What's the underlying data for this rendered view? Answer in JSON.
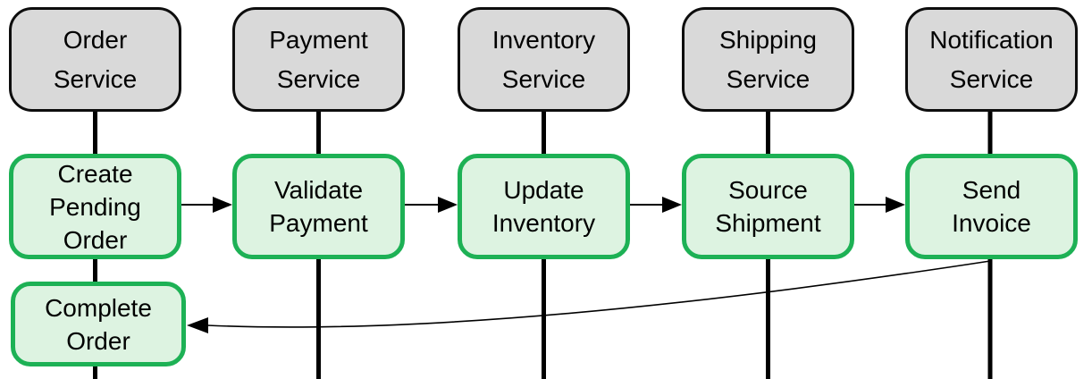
{
  "diagram": {
    "type": "saga-sequence-flow",
    "services": [
      {
        "name": "Order\nService",
        "step": "Create\nPending\nOrder"
      },
      {
        "name": "Payment\nService",
        "step": "Validate\nPayment"
      },
      {
        "name": "Inventory\nService",
        "step": "Update\nInventory"
      },
      {
        "name": "Shipping\nService",
        "step": "Source\nShipment"
      },
      {
        "name": "Notification\nService",
        "step": "Send\nInvoice"
      }
    ],
    "final_step": "Complete\nOrder",
    "flow": [
      "Create Pending Order -> Validate Payment",
      "Validate Payment -> Update Inventory",
      "Update Inventory -> Source Shipment",
      "Source Shipment -> Send Invoice",
      "Send Invoice -> Complete Order (curved return)"
    ],
    "colors": {
      "service_fill": "#d9d9d9",
      "service_border": "#0d0d0d",
      "step_fill": "#ddf3e1",
      "step_border": "#1db155",
      "line_color": "#000000",
      "text_color": "#000000"
    }
  }
}
